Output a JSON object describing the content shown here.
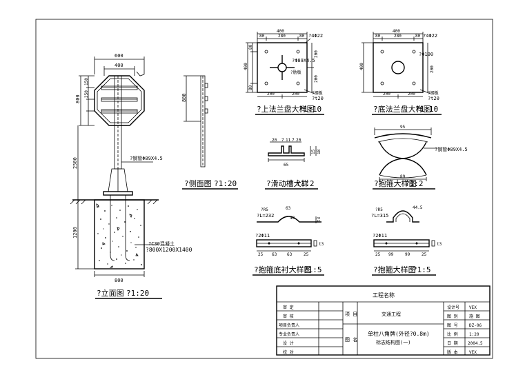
{
  "elevation": {
    "dims": {
      "w600": "600",
      "w400": "400",
      "h800": "800",
      "h150": "150",
      "h250": "250",
      "h2500": "2500",
      "h1200": "1200",
      "w800": "800"
    },
    "tube_label": "?钢管Φ89X4.5",
    "concrete": "?C30混凝土",
    "foundation": "?800X1200X1400",
    "title": "?立面图",
    "scale": "?1:20"
  },
  "side": {
    "dim800": "800",
    "title": "?侧面图",
    "scale": "?1:20"
  },
  "flange_top": {
    "dims": {
      "w400": "400",
      "w80a": "80",
      "w280": "280",
      "w80b": "80",
      "h400": "400",
      "h200a": "200",
      "h200b": "200",
      "b200a": "200",
      "b200b": "200",
      "v80a": "80",
      "v80b": "80"
    },
    "bolt": "?4Φ22",
    "pipe": "?Φ89X4.5",
    "rib": "?肋板",
    "plate": "?钢板",
    "thk": "?t20",
    "title": "?上法兰盘大样图",
    "scale": "?1:10"
  },
  "flange_bottom": {
    "dims": {
      "w400": "400",
      "w80a": "80",
      "w280": "280",
      "w80b": "80",
      "h400": "400",
      "b200a": "200",
      "b200b": "200",
      "h200": "200"
    },
    "bolt": "?4Φ22",
    "hole": "?Φ100",
    "plate": "?钢板",
    "thk": "?t20",
    "title": "?底法兰盘大样图",
    "scale": "?1:10"
  },
  "slot": {
    "dims": {
      "d20": "20",
      "d7a": "7",
      "d11": "11",
      "d7b": "7",
      "d20b": "20",
      "d65": "65",
      "h15": "15",
      "h18": "18"
    },
    "title": "?滑动槽大样",
    "scale": "?1:2"
  },
  "clamp": {
    "dims": {
      "w95": "95",
      "w89": "89"
    },
    "pipe": "?钢管Φ89X4.5",
    "title": "?抱箍大样图",
    "scale": "?1:2"
  },
  "strip_a": {
    "dims": {
      "r": "?R5",
      "l": "?L=232",
      "l63": "63",
      "d40": "40",
      "t": "t3",
      "hole": "?2Φ11",
      "s25a": "25",
      "s63a": "63",
      "s63b": "63",
      "s25b": "25",
      "t3": "t3"
    },
    "title": "?抱箍底衬大样图",
    "scale": "?1:5"
  },
  "strip_b": {
    "dims": {
      "r": "?R5",
      "l": "?L=315",
      "r44": "44.5",
      "hole": "?2Φ11",
      "s25a": "25",
      "s99a": "99",
      "s99b": "99",
      "s25b": "25",
      "t3": "t3"
    },
    "title": "?抱箍大样图",
    "scale": "?1:5"
  },
  "titleblock": {
    "header": "工程名称",
    "left_labels": [
      "审 定",
      "审 核",
      "项目负责人",
      "专业负责人",
      "设 计",
      "校 对"
    ],
    "proj_label": "项 目",
    "proj_value": "交通工程",
    "name_label": "图 名",
    "name_value1": "单柱八角牌(外径?0.8m)",
    "name_value2": "标志结构图(一)",
    "right_labels": [
      "设计号",
      "图 别",
      "图 号",
      "比 例",
      "日 期",
      "版 本"
    ],
    "right_values": [
      "VEX",
      "施 图",
      "DZ-06",
      "1:20",
      "2004.5",
      "VEX"
    ]
  }
}
